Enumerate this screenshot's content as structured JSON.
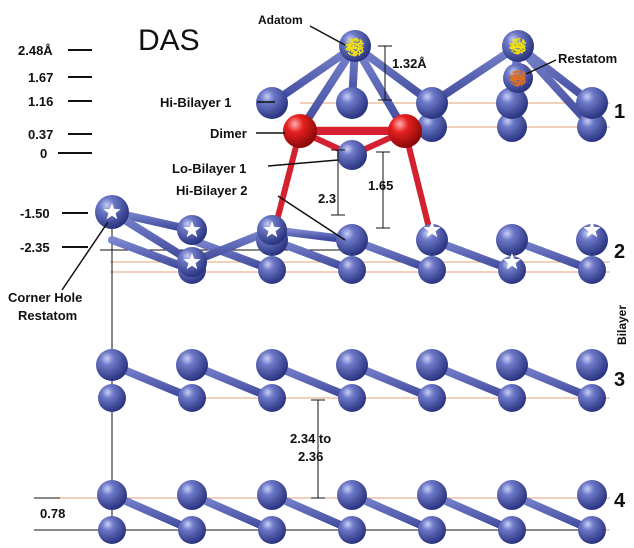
{
  "title": "DAS",
  "height_scale": [
    {
      "label": "2.48Å",
      "value": 2.48
    },
    {
      "label": "1.67",
      "value": 1.67
    },
    {
      "label": "1.16",
      "value": 1.16
    },
    {
      "label": "0.37",
      "value": 0.37
    },
    {
      "label": "0",
      "value": 0
    },
    {
      "label": "-1.50",
      "value": -1.5
    },
    {
      "label": "-2.35",
      "value": -2.35
    }
  ],
  "labels": {
    "adatom": "Adatom",
    "restatom": "Restatom",
    "hi_bilayer_1": "Hi-Bilayer 1",
    "dimer": "Dimer",
    "lo_bilayer_1": "Lo-Bilayer 1",
    "hi_bilayer_2": "Hi-Bilayer 2",
    "corner_hole_line1": "Corner Hole",
    "corner_hole_line2": "Restatom",
    "bilayer_axis": "Bilayer"
  },
  "distances": {
    "adatom_height": "1.32Å",
    "d_2_3": "2.3",
    "d_1_65": "1.65",
    "d_range_line1": "2.34 to",
    "d_range_line2": "2.36",
    "bottom": "0.78"
  },
  "bilayer_numbers": [
    "1",
    "2",
    "3",
    "4"
  ],
  "colors": {
    "atom": "#4a56a6",
    "bond": "#5562b0",
    "dimer_atom": "#e01818",
    "dimer_bond": "#d42030",
    "adatom_dot": "#f0e010",
    "restatom_dot": "#e07020",
    "guide_line": "#e0a070"
  }
}
